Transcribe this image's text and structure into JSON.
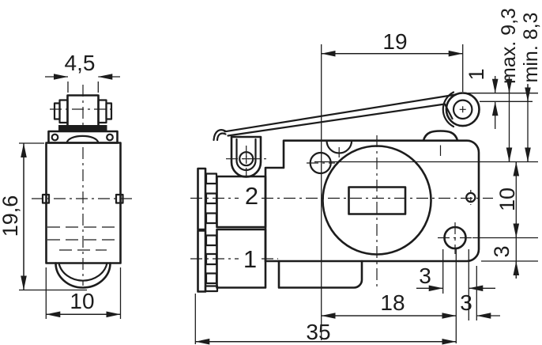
{
  "drawing": {
    "title": "limit-switch-technical-drawing",
    "line_color": "#1c1c1c",
    "background_color": "#ffffff",
    "left_view": {
      "dim_roller_width": "4,5",
      "dim_height": "19,6",
      "dim_width": "10"
    },
    "right_view": {
      "dim_lever_span": "19",
      "dim_pretravel": "1",
      "dim_max_height": "max. 9,3",
      "dim_min_height": "min. 8,3",
      "dim_center_height": "10",
      "dim_hole_to_bottom": "3",
      "dim_hole_width": "3",
      "dim_hole_to_edge": "3",
      "dim_hole_spacing": "18",
      "dim_total_width": "35",
      "label_terminal_2": "2",
      "label_terminal_1": "1"
    }
  }
}
